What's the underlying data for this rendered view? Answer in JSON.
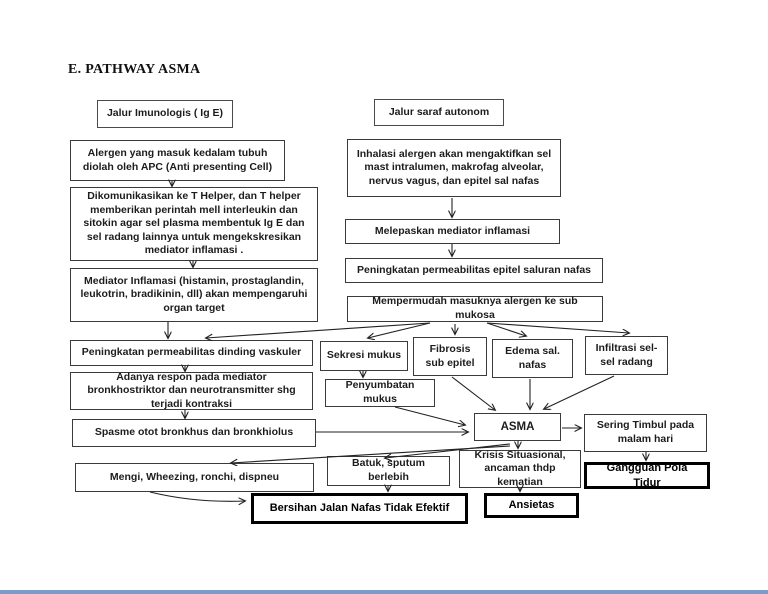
{
  "page": {
    "title": "E. PATHWAY ASMA",
    "background_color": "#ffffff",
    "ink_color": "#1c1c1c",
    "bold_border_color": "#000000",
    "bottom_strip_color": "#7a9cc6"
  },
  "nodes": {
    "jalur_imunologis": "Jalur Imunologis ( Ig E)",
    "jalur_saraf": "Jalur saraf autonom",
    "alergen": "Alergen yang masuk kedalam tubuh diolah oleh APC (Anti presenting Cell)",
    "inhalasi": "Inhalasi alergen akan mengaktifkan sel mast intralumen, makrofag alveolar, nervus vagus, dan epitel sal nafas",
    "dikomunikasikan": "Dikomunikasikan ke T Helper, dan T helper memberikan perintah mell interleukin dan sitokin agar sel plasma membentuk Ig E dan sel radang lainnya untuk mengekskresikan mediator inflamasi .",
    "melepaskan": "Melepaskan mediator inflamasi",
    "peningkatan_epitel": "Peningkatan permeabilitas epitel saluran nafas",
    "mediator": "Mediator Inflamasi (histamin, prostaglandin, leukotrin, bradikinin, dll) akan mempengaruhi organ target",
    "mempermudah": "Mempermudah masuknya alergen ke sub mukosa",
    "peningkatan_vaskuler": "Peningkatan permeabilitas dinding vaskuler",
    "sekresi": "Sekresi mukus",
    "fibrosis": "Fibrosis sub epitel",
    "edema": "Edema sal. nafas",
    "infiltrasi": "Infiltrasi sel-sel radang",
    "adanya_respon": "Adanya respon pada mediator bronkhostriktor dan neurotransmitter shg terjadi kontraksi",
    "penyumbatan": "Penyumbatan mukus",
    "spasme": "Spasme otot bronkhus dan bronkhiolus",
    "asma": "ASMA",
    "sering_timbul": "Sering Timbul pada malam hari",
    "mengi": "Mengi, Wheezing, ronchi, dispneu",
    "batuk": "Batuk, sputum berlebih",
    "krisis": "Krisis Situasional, ancaman thdp kematian",
    "gangguan": "Gangguan Pola Tidur",
    "bersihan": "Bersihan Jalan Nafas Tidak Efektif",
    "ansietas": "Ansietas"
  },
  "edges": [
    {
      "from": "alergen",
      "to": "dikomunikasikan"
    },
    {
      "from": "dikomunikasikan",
      "to": "mediator"
    },
    {
      "from": "mediator",
      "to": "peningkatan_vaskuler"
    },
    {
      "from": "mempermudah",
      "to": "peningkatan_vaskuler"
    },
    {
      "from": "peningkatan_vaskuler",
      "to": "adanya_respon"
    },
    {
      "from": "adanya_respon",
      "to": "spasme"
    },
    {
      "from": "spasme",
      "to": "asma"
    },
    {
      "from": "inhalasi",
      "to": "melepaskan"
    },
    {
      "from": "melepaskan",
      "to": "peningkatan_epitel"
    },
    {
      "from": "mempermudah",
      "to": "sekresi"
    },
    {
      "from": "mempermudah",
      "to": "fibrosis"
    },
    {
      "from": "mempermudah",
      "to": "edema"
    },
    {
      "from": "mempermudah",
      "to": "infiltrasi"
    },
    {
      "from": "sekresi",
      "to": "penyumbatan"
    },
    {
      "from": "penyumbatan",
      "to": "asma"
    },
    {
      "from": "fibrosis",
      "to": "asma"
    },
    {
      "from": "edema",
      "to": "asma"
    },
    {
      "from": "infiltrasi",
      "to": "asma"
    },
    {
      "from": "asma",
      "to": "sering_timbul"
    },
    {
      "from": "asma",
      "to": "krisis"
    },
    {
      "from": "asma",
      "to": "batuk"
    },
    {
      "from": "asma",
      "to": "mengi"
    },
    {
      "from": "mengi",
      "to": "bersihan"
    },
    {
      "from": "batuk",
      "to": "bersihan"
    },
    {
      "from": "krisis",
      "to": "ansietas"
    },
    {
      "from": "sering_timbul",
      "to": "gangguan"
    }
  ]
}
